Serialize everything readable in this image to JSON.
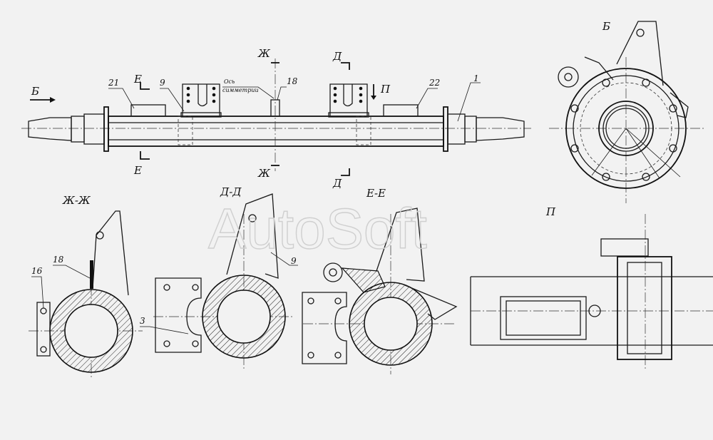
{
  "watermark": "AutoSoft",
  "views": {
    "view_b_top": "Б",
    "view_b_side": "Б",
    "view_p_top": "П",
    "view_p": "П",
    "section_zh_top": "Ж",
    "section_zh_bottom": "Ж",
    "section_d_top": "Д",
    "section_d_bottom": "Д",
    "section_e_top": "Е",
    "section_e_bottom": "Е",
    "section_zhzh": "Ж-Ж",
    "section_dd": "Д-Д",
    "section_ee": "Е-Е"
  },
  "symmetry_note": {
    "line1": "Ось",
    "line2": "симметрии"
  },
  "callouts": {
    "c1": "1",
    "c9_top": "9",
    "c18_top": "18",
    "c21": "21",
    "c22": "22",
    "c18_section": "18",
    "c16": "16",
    "c3": "3",
    "c9_section": "9"
  },
  "colors": {
    "background": "#f2f2f2",
    "lines": "#111111",
    "watermark": "#cfcfcf"
  }
}
